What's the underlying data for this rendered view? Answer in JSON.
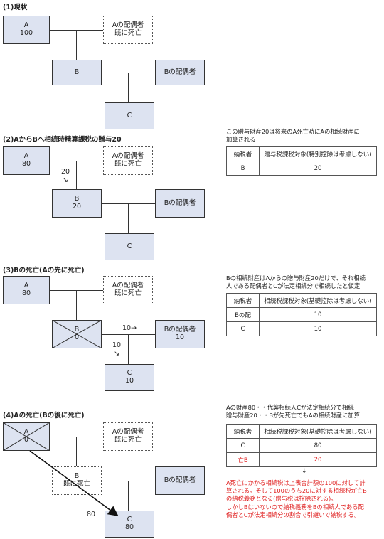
{
  "s1": {
    "title": "(1)現状",
    "a_name": "A",
    "a_value": "100",
    "a_spouse": [
      "Aの配偶者",
      "既に死亡"
    ],
    "b_name": "B",
    "b_spouse": "Bの配偶者",
    "c_name": "C"
  },
  "s2": {
    "title": "(2)AからBへ相続時精算課税の贈与20",
    "a_name": "A",
    "a_value": "80",
    "a_spouse": [
      "Aの配偶者",
      "既に死亡"
    ],
    "gift_label": "20",
    "gift_arrow": "↘",
    "b_name": "B",
    "b_value": "20",
    "b_spouse": "Bの配偶者",
    "c_name": "C",
    "note": [
      "この贈与財産20は将来のA死亡時にAの相続財産に",
      "加算される"
    ],
    "table": {
      "headers": [
        "納税者",
        "贈与税課税対象(特別控除は考慮しない)"
      ],
      "rows": [
        [
          "B",
          "20"
        ]
      ]
    }
  },
  "s3": {
    "title": "(3)Bの死亡(Aの先に死亡)",
    "a_name": "A",
    "a_value": "80",
    "a_spouse": [
      "Aの配偶者",
      "既に死亡"
    ],
    "b_name": "B",
    "b_value": "0",
    "b_spouse": [
      "Bの配偶者",
      "10"
    ],
    "c_name": "C",
    "c_value": "10",
    "flow_right": "10→",
    "flow_down": "10",
    "flow_down_arrow": "↘",
    "note": [
      "Bの相続財産はAからの贈与財産20だけで、それ相続",
      "人である配偶者とCが法定相続分で相続したと仮定"
    ],
    "table": {
      "headers": [
        "納税者",
        "相続税課税対象(基礎控除は考慮しない)"
      ],
      "rows": [
        [
          "Bの配",
          "10"
        ],
        [
          "C",
          "10"
        ]
      ]
    }
  },
  "s4": {
    "title": "(4)Aの死亡(Bの後に死亡)",
    "a_name": "A",
    "a_value": "0",
    "a_spouse": [
      "Aの配偶者",
      "既に死亡"
    ],
    "b_lines": [
      "B",
      "既に死亡"
    ],
    "b_spouse": "Bの配偶者",
    "c_name": "C",
    "c_value": "80",
    "flow_label": "80",
    "note": [
      "Aの財産80・・代襲相続人Cが法定相続分で相続",
      "贈与財産20・・Bが先死亡でもAの相続財産に加算"
    ],
    "table": {
      "headers": [
        "納税者",
        "相続税課税対象(基礎控除は考慮しない)"
      ],
      "rows": [
        [
          "C",
          "80"
        ],
        [
          "亡B",
          "20"
        ]
      ]
    },
    "down_arrow": "↓",
    "red_note": [
      "A死亡にかかる相続税は上表合計額の100に対して計",
      "算される。そして100のうち20に対する相続税が亡B",
      "の納税義務となる(贈与税は控除される)。",
      "しかしBはいないので納税義務をBの相続人である配",
      "偶者とCが法定相続分の割合で引継いで納税する。"
    ]
  },
  "colors": {
    "box_fill": "#dde3f1",
    "red": "#e02020",
    "line": "#333333"
  }
}
